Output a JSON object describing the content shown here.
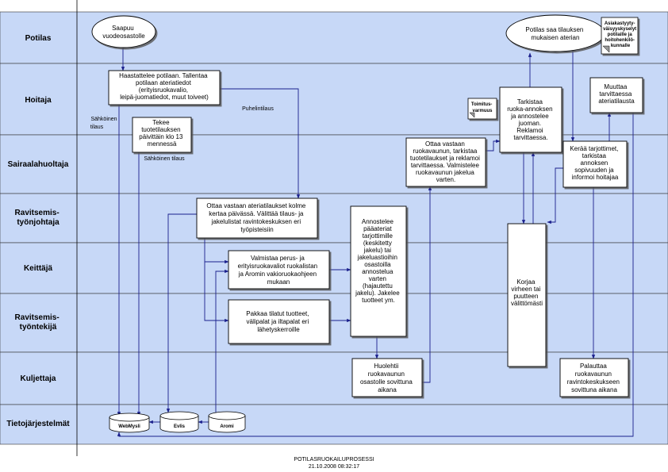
{
  "lanes": [
    {
      "id": "potilas",
      "label": "Potilas"
    },
    {
      "id": "hoitaja",
      "label": "Hoitaja"
    },
    {
      "id": "sairaalahuoltaja",
      "label": "Sairaalahuoltaja"
    },
    {
      "id": "ravitsemistyonjohtaja",
      "label_lines": [
        "Ravitsemis-",
        "työnjohtaja"
      ]
    },
    {
      "id": "keittaja",
      "label": "Keittäjä"
    },
    {
      "id": "ravitsemistyontekija",
      "label_lines": [
        "Ravitsemis-",
        "työntekijä"
      ]
    },
    {
      "id": "kuljettaja",
      "label": "Kuljettaja"
    },
    {
      "id": "tietojarjestelmat",
      "label": "Tietojärjestelmät"
    }
  ],
  "nodes": {
    "saapuu": [
      "Saapuu",
      "vuodeosastolle"
    ],
    "potilas_saa": [
      "Potilas saa tilauksen",
      "mukaisen aterian"
    ],
    "haastattelee": [
      "Haastattelee potilaan. Tallentaa",
      "potilaan ateriatiedot",
      "(erityisruokavalio,",
      "leipä-juomatiedot, muut toiveet)"
    ],
    "tekee": [
      "Tekee",
      "tuotetilauksen",
      "päivittäin klo 13",
      "mennessä"
    ],
    "tarkistaa": [
      "Tarkistaa",
      "ruoka-annoksen",
      "ja annostelee",
      "juoman.",
      "Reklamoi",
      "tarvittaessa."
    ],
    "muuttaa": [
      "Muuttaa",
      "tarvittaessa",
      "ateriatilausta"
    ],
    "ottaa_ruokavaunun": [
      "Ottaa vastaan",
      "ruokavaunun, tarkistaa",
      "tuotetilaukset ja reklamoi",
      "tarvittaessa. Valmistelee",
      "ruokavaunun jakelua",
      "varten."
    ],
    "keraa": [
      "Kerää tarjottimet,",
      "tarkistaa",
      "annoksen",
      "sopivuuden ja",
      "informoi hoitajaa"
    ],
    "ottaa_ateriatilaukset": [
      "Ottaa vastaan ateriatilaukset kolme",
      "kertaa päivässä. Välittää tilaus- ja",
      "jakelulistat ravintokeskuksen eri",
      "työpisteisiin"
    ],
    "annostelee": [
      "Annostelee",
      "pääateriat",
      "tarjottimille",
      "(keskitetty",
      "jakelu) tai",
      "jakeluastioihin",
      "osastoilla",
      "annostelua",
      "varten",
      "(hajautettu",
      "jakelu). Jakelee",
      "tuotteet ym."
    ],
    "valmistaa": [
      "Valmistaa perus- ja",
      "erityisruokavaliot ruokalistan",
      "ja Aromin vakioruokaohjeen",
      "mukaan"
    ],
    "pakkaa": [
      "Pakkaa tilatut tuotteet,",
      "välipalat ja iltapalat eri",
      "lähetyskerroille"
    ],
    "korjaa": [
      "Korjaa",
      "virheen tai",
      "puutteen",
      "välittömästi"
    ],
    "huolehtii": [
      "Huolehtii",
      "ruokavaunun",
      "osastolle sovittuna",
      "aikana"
    ],
    "palauttaa": [
      "Palauttaa",
      "ruokavaunun",
      "ravintokeskukseen",
      "sovittuna aikana"
    ]
  },
  "notes": {
    "asiakastyytyvaisyys": [
      "Asiakastyyty-",
      "väisyyskyselyt",
      "potilaille ja",
      "hoitohenkilö-",
      "kunnalle"
    ],
    "toimitusvarmuus": [
      "Toimitus-",
      "varmuus"
    ]
  },
  "edge_labels": {
    "sahkoinen_tilaus_1": [
      "Sähköinen",
      "tilaus"
    ],
    "puhelintilaus": "Puhelintilaus",
    "sahkoinen_tilaus_2": "Sähköinen tilaus"
  },
  "databases": {
    "webmysli": "WebMysli",
    "evlis": "Evlis",
    "aromi": "Aromi"
  },
  "footer": {
    "title": "POTILASRUOKAILUPROSESSI",
    "timestamp": "21.10.2008 08:32:17"
  },
  "colors": {
    "lane_fill": "#c7d8f7",
    "arrow": "#1a1f8c",
    "box_border": "#000000",
    "box_fill": "#ffffff"
  }
}
